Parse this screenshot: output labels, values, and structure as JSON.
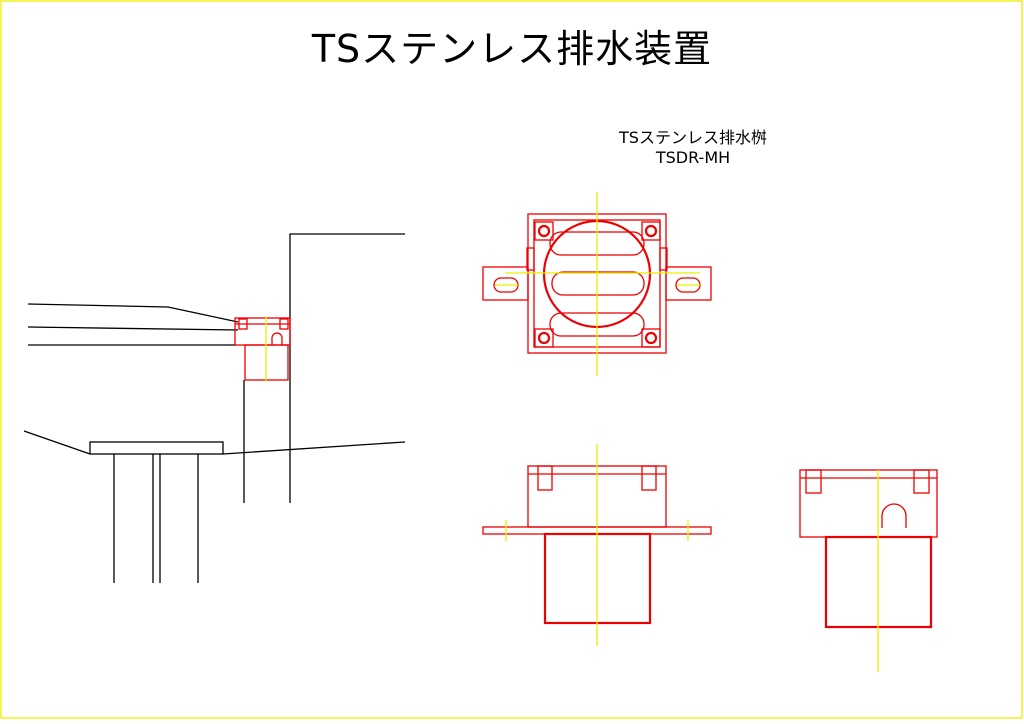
{
  "title": "TSステンレス排水装置",
  "product": {
    "name": "TSステンレス排水桝",
    "model": "TSDR-MH"
  },
  "colors": {
    "outline": "#000000",
    "part": "#ee0000",
    "centerline": "#eeee00"
  }
}
